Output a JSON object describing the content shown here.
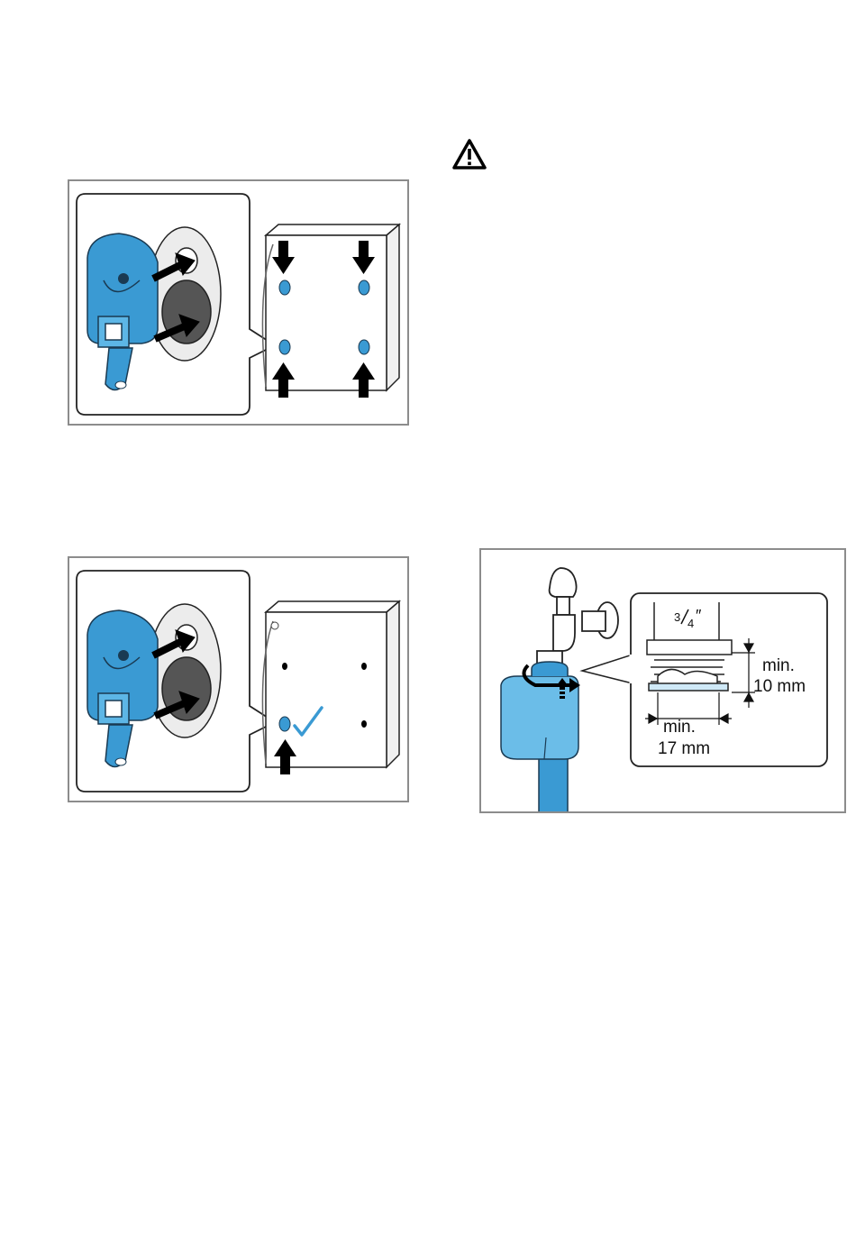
{
  "warning": {
    "icon": "warning-triangle-icon"
  },
  "figure3": {
    "thread_size": "3/4\"",
    "thread_num": "3",
    "thread_den": "4",
    "thread_marks": "″",
    "height_label": "min.",
    "height_value": "10 mm",
    "width_label": "min.",
    "width_value": "17 mm"
  },
  "colors": {
    "accent": "#3a9ad3",
    "frame": "#8c8c8c"
  }
}
